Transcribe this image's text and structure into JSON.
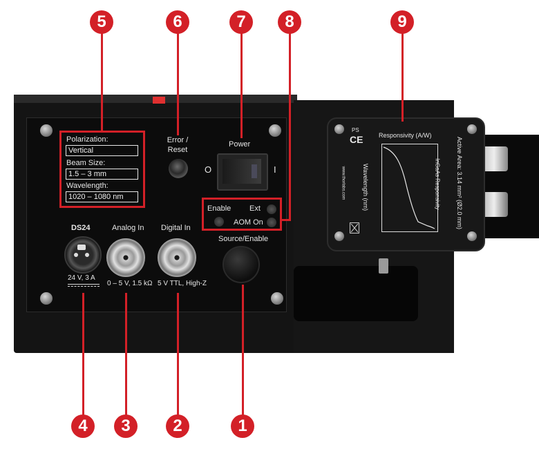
{
  "callouts": [
    "1",
    "2",
    "3",
    "4",
    "5",
    "6",
    "7",
    "8",
    "9"
  ],
  "label_box": {
    "polarization_label": "Polarization:",
    "polarization_value": "Vertical",
    "beam_size_label": "Beam Size:",
    "beam_size_value": "1.5 – 3 mm",
    "wavelength_label": "Wavelength:",
    "wavelength_value": "1020 – 1080 nm"
  },
  "controls": {
    "error_reset": "Error /\nReset",
    "power": "Power",
    "power_off": "O",
    "power_on": "I",
    "enable": "Enable",
    "ext": "Ext",
    "aom_on": "AOM On",
    "source_enable": "Source/Enable"
  },
  "connectors": {
    "ds24": "DS24",
    "ds24_rating": "24 V, 3 A",
    "analog_in": "Analog In",
    "analog_spec": "0 – 5 V, 1.5 kΩ",
    "digital_in": "Digital In",
    "digital_spec": "5 V TTL, High-Z"
  },
  "detector": {
    "chart_title": "Responsivity  (A/W)",
    "y_axis_label": "Wavelength (nm)",
    "curve_label": "InGaAs Responsivity",
    "active_area": "Active Area: 3.14 mm² (Ø2.0 mm)",
    "ps_mark": "PS",
    "ce_mark": "CE",
    "website": "www.thorlabs.com"
  },
  "colors": {
    "accent": "#d32027",
    "panel": "#101010"
  }
}
